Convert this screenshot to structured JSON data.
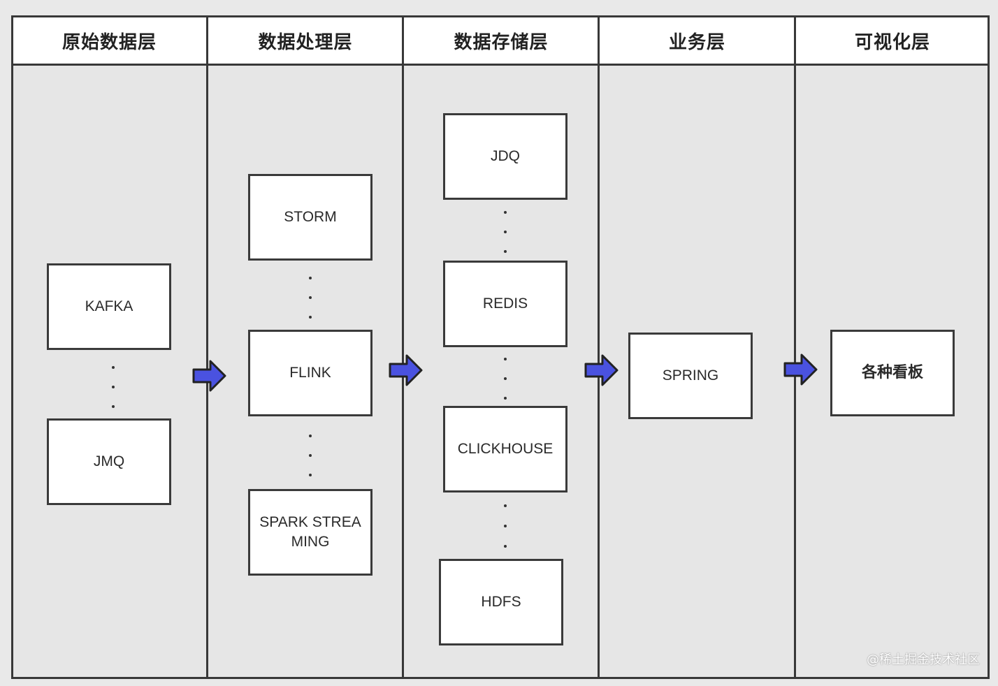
{
  "columns": [
    {
      "title": "原始数据层"
    },
    {
      "title": "数据处理层"
    },
    {
      "title": "数据存储层"
    },
    {
      "title": "业务层"
    },
    {
      "title": "可视化层"
    }
  ],
  "nodes": {
    "kafka": "KAFKA",
    "jmq": "JMQ",
    "storm": "STORM",
    "flink": "FLINK",
    "spark": "SPARK STREAMING",
    "jdq": "JDQ",
    "redis": "REDIS",
    "clickhouse": "CLICKHOUSE",
    "hdfs": "HDFS",
    "spring": "SPRING",
    "dashboards": "各种看板"
  },
  "colors": {
    "arrow_fill": "#4a52e0",
    "arrow_stroke": "#222222",
    "border": "#383838",
    "lane_bg": "#e6e6e6",
    "box_bg": "#ffffff"
  },
  "watermark": "@稀土掘金技术社区"
}
